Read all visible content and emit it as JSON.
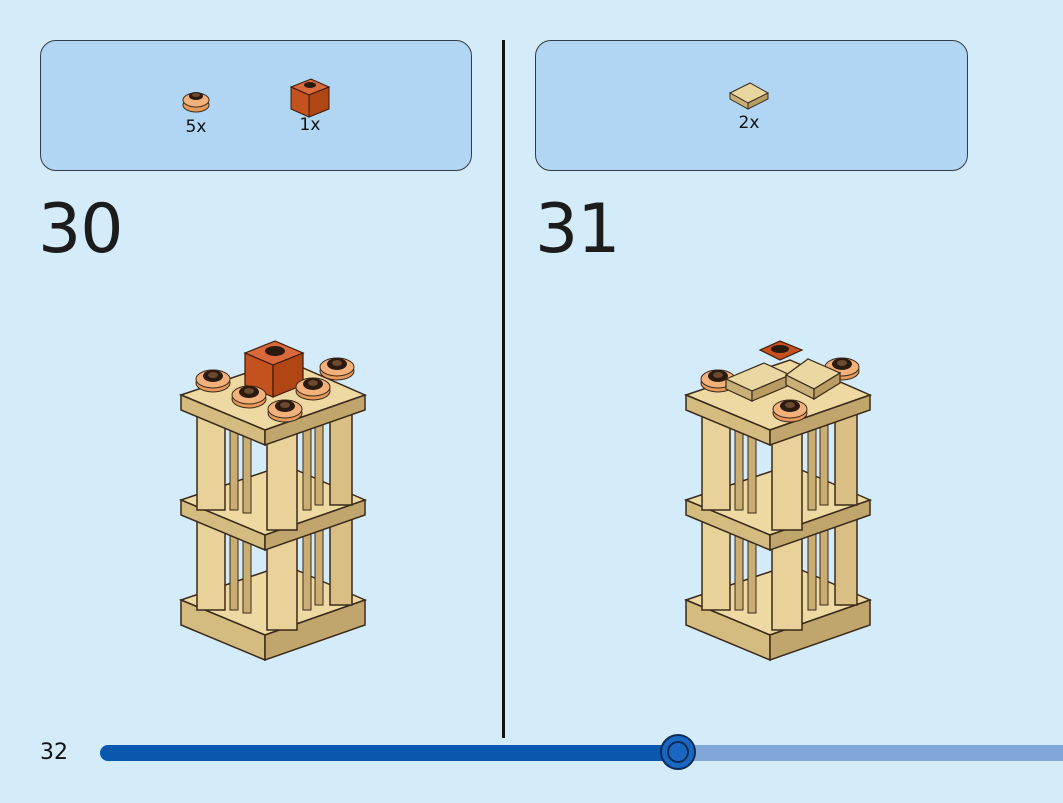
{
  "page_number": "32",
  "progress": 0.6,
  "steps": [
    {
      "number": "30",
      "parts": [
        {
          "qty": "5x",
          "icon": "round-plate-flower-icon",
          "color": "#f2b07a"
        },
        {
          "qty": "1x",
          "icon": "brick-1x1-icon",
          "color": "#c4521e"
        }
      ]
    },
    {
      "number": "31",
      "parts": [
        {
          "qty": "2x",
          "icon": "tile-2x2-icon",
          "color": "#d9c28a"
        }
      ]
    }
  ],
  "colors": {
    "background": "#d4ebfa",
    "parts_box": "#b0d6f3",
    "tan": "#e4cf97",
    "orange": "#f2b07a",
    "dark_orange": "#c4521e",
    "progress": "#0a58b0"
  }
}
